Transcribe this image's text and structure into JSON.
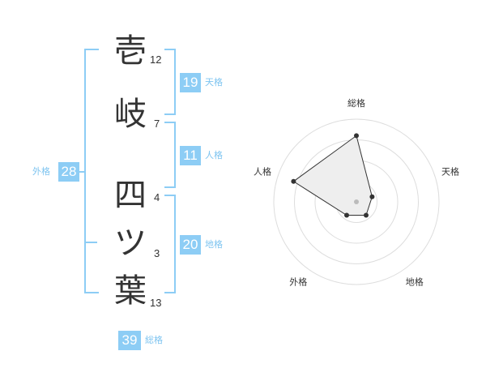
{
  "name": {
    "characters": [
      {
        "char": "壱",
        "strokes": "12"
      },
      {
        "char": "岐",
        "strokes": "7"
      },
      {
        "char": "四",
        "strokes": "4"
      },
      {
        "char": "ツ",
        "strokes": "3"
      },
      {
        "char": "葉",
        "strokes": "13"
      }
    ]
  },
  "fortune": {
    "tenkaku": {
      "value": "19",
      "label": "天格"
    },
    "jinkaku": {
      "value": "11",
      "label": "人格"
    },
    "chikaku": {
      "value": "20",
      "label": "地格"
    },
    "gaikaku": {
      "value": "28",
      "label": "外格"
    },
    "soukaku": {
      "value": "39",
      "label": "総格"
    }
  },
  "chart_data": {
    "type": "radar",
    "axes": [
      "総格",
      "天格",
      "地格",
      "外格",
      "人格"
    ],
    "values": [
      4,
      1,
      1,
      1,
      4
    ],
    "max": 5,
    "rings": 4,
    "colors": {
      "accent": "#8dcdf5",
      "fill": "#eeeeee",
      "line": "#333333",
      "grid": "#dddddd",
      "center": "#bbbbbb"
    }
  }
}
